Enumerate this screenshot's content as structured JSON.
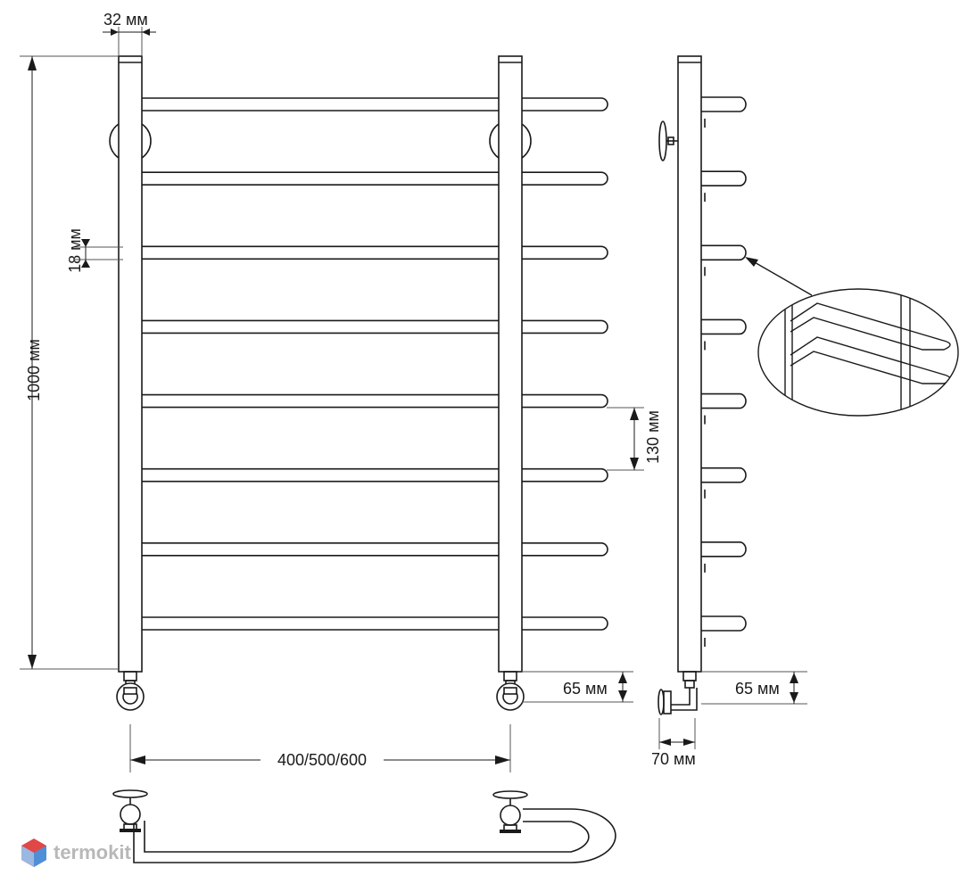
{
  "labels": {
    "pipe_diameter": "32 мм",
    "rung_diameter": "18 мм",
    "total_height": "1000 мм",
    "rung_spacing": "130 мм",
    "connection_height_front": "65 мм",
    "connection_height_side": "65 мм",
    "wall_offset": "70 мм",
    "center_distance": "400/500/600"
  },
  "logo": {
    "text": "termokit",
    "colors": [
      "#e04848",
      "#4f8fd8",
      "#cfcfcf"
    ]
  },
  "colors": {
    "line": "#1a1a1a",
    "dim": "#555555"
  },
  "rungs": {
    "count": 8
  }
}
